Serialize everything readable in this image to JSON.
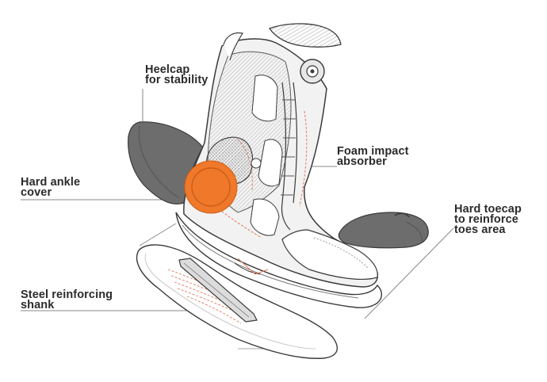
{
  "labels": {
    "heelcap": [
      "Heelcap",
      "for stability"
    ],
    "foam": [
      "Foam impact",
      "absorber"
    ],
    "ankle": [
      "Hard ankle",
      "cover"
    ],
    "toecap": [
      "Hard toecap",
      "to reinforce",
      "toes area"
    ],
    "shank": [
      "Steel reinforcing",
      "shank"
    ]
  },
  "colors": {
    "accent_orange": "#f0782a",
    "part_gray": "#6d6d6d",
    "outline": "#3a3a3a",
    "leader_line": "#8a8a8a",
    "detail_red": "#e07a5a"
  }
}
